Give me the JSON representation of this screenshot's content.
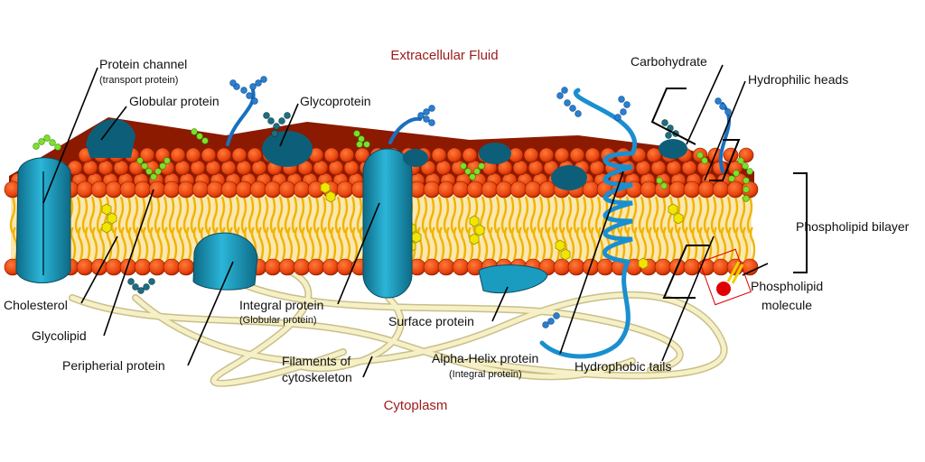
{
  "regions": {
    "top": "Extracellular Fluid",
    "bottom": "Cytoplasm"
  },
  "labels": {
    "protein_channel": "Protein channel",
    "protein_channel_sub": "(transport protein)",
    "globular_protein": "Globular protein",
    "glycoprotein": "Glycoprotein",
    "carbohydrate": "Carbohydrate",
    "hydrophilic_heads": "Hydrophilic heads",
    "phospholipid_bilayer": "Phospholipid bilayer",
    "phospholipid_molecule_1": "Phospholipid",
    "phospholipid_molecule_2": "molecule",
    "cholesterol": "Cholesterol",
    "glycolipid": "Glycolipid",
    "peripheral_protein": "Peripherial protein",
    "integral_protein": "Integral protein",
    "integral_protein_sub": "(Globular protein)",
    "surface_protein": "Surface protein",
    "filaments_1": "Filaments of",
    "filaments_2": "cytoskeleton",
    "alpha_helix": "Alpha-Helix protein",
    "alpha_helix_sub": "(Integral protein)",
    "hydrophobic_tails": "Hydrophobic tails"
  },
  "colors": {
    "head": "#e8430c",
    "head_dark": "#b32200",
    "tail": "#f0b400",
    "top_surface": "#8b1a00",
    "protein": "#1a9cc0",
    "protein_dark": "#0d5f79",
    "sugar_green": "#7be22a",
    "sugar_blue": "#2a7fd0",
    "cholesterol": "#f2e600",
    "filament": "#f4edc0",
    "region_text": "#9b1b1b"
  }
}
